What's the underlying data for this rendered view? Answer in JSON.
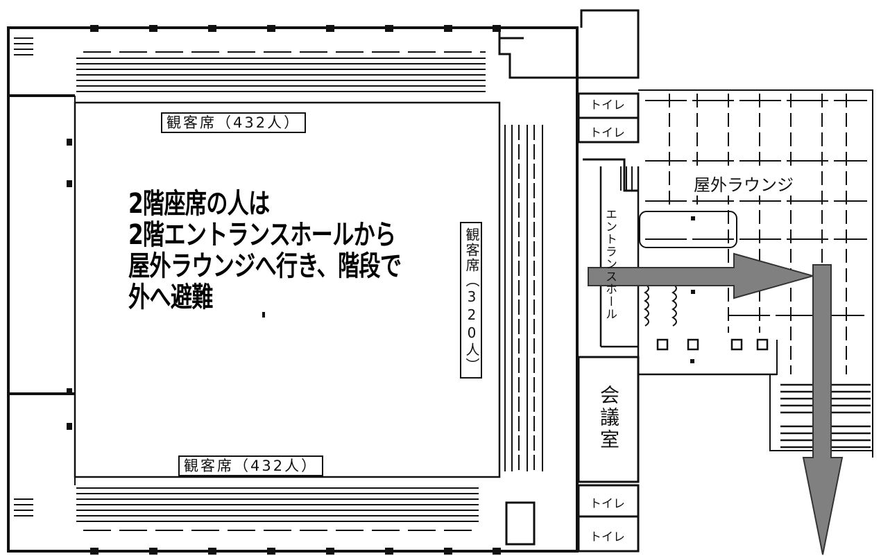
{
  "rooms": {
    "seats_top": "観客席（432人）",
    "seats_bottom": "観客席（432人）",
    "seats_side": "観客席（320人）",
    "entrance_hall": "エントランスホール",
    "outdoor_lounge": "屋外ラウンジ",
    "meeting_room": "会議室",
    "toilet_1": "トイレ",
    "toilet_2": "トイレ",
    "toilet_3": "トイレ",
    "toilet_4": "トイレ"
  },
  "note": {
    "line1": "2階座席の人は",
    "line2": "2階エントランスホールから",
    "line3": "屋外ラウンジへ行き、階段で",
    "line4": "外へ避難"
  },
  "colors": {
    "arrow": "#808080",
    "arrow_stroke": "#333333",
    "lines": "#111111"
  }
}
